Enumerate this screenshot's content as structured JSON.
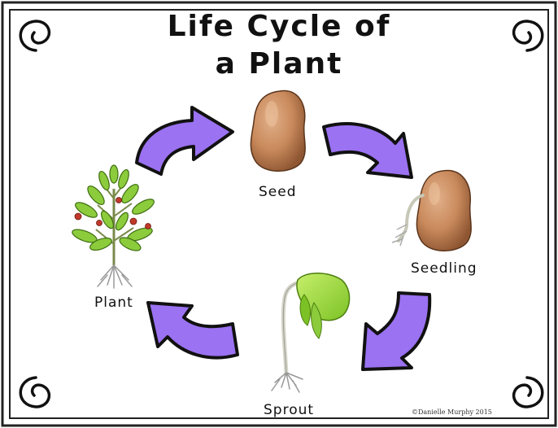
{
  "title": {
    "line1": "Life Cycle of",
    "line2": "a Plant"
  },
  "stages": {
    "seed": "Seed",
    "seedling": "Seedling",
    "sprout": "Sprout",
    "plant": "Plant"
  },
  "credit": "©Danielle Murphy 2015",
  "colors": {
    "arrow": "#9b72f2",
    "arrow_outline": "#111111",
    "seed": "#c98a5c",
    "leaf": "#8ccc3c",
    "berry": "#c0392b",
    "border": "#222222"
  },
  "icons": [
    "corner-swirl-icon",
    "curved-arrow-icon",
    "seed-icon",
    "seedling-icon",
    "sprout-icon",
    "plant-icon"
  ]
}
